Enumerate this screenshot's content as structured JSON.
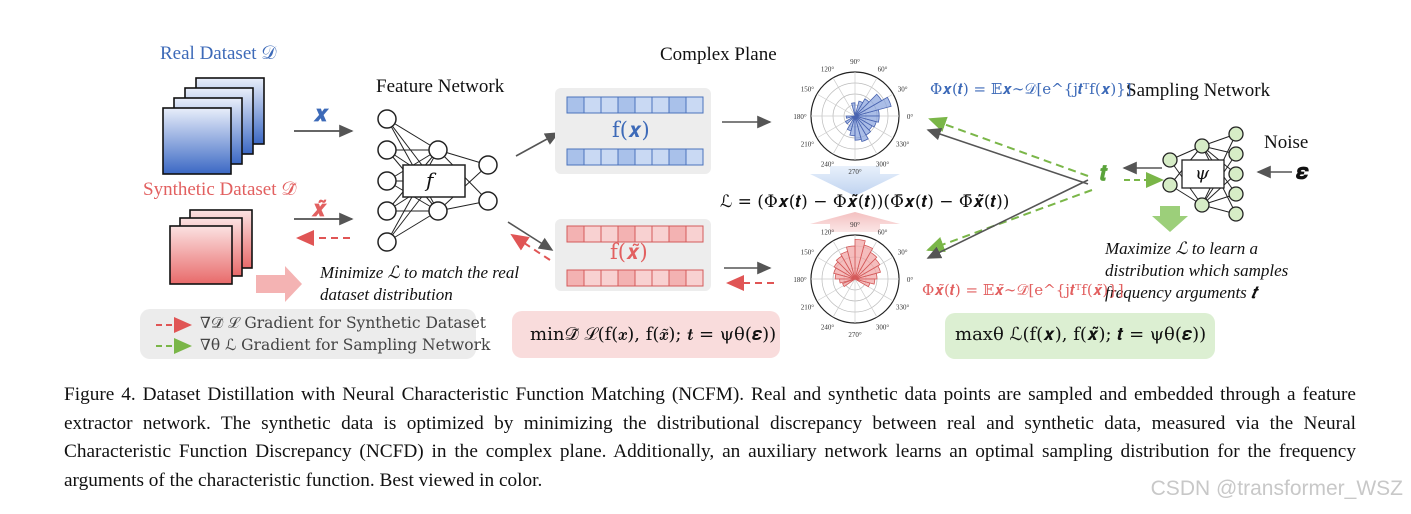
{
  "labels": {
    "real_dataset": "Real Dataset 𝒟",
    "synthetic_dataset": "Synthetic Dataset 𝒟̃",
    "feature_network": "Feature Network",
    "complex_plane": "Complex Plane",
    "sampling_network": "Sampling Network",
    "noise": "Noise",
    "x": "𝒙",
    "x_tilde": "𝒙̃",
    "f": "f",
    "psi": "ψ",
    "t": "𝒕",
    "epsilon": "𝜺",
    "fx": "f(𝒙)",
    "fx_tilde": "f(𝒙̃)"
  },
  "notes": {
    "minimize": "Minimize ℒ to match the real dataset distribution",
    "maximize": "Maximize ℒ to learn a distribution which samples frequency arguments 𝒕"
  },
  "formulas": {
    "phi_real": "Φ𝒙(𝒕) = 𝔼𝒙∼𝒟[e^{j𝒕ᵀf(𝒙)}]",
    "phi_syn": "Φ𝒙̃(𝒕) = 𝔼𝒙̃∼𝒟̃[e^{j𝒕ᵀf(𝒙̃)}]",
    "loss": "ℒ = (Φ𝒙(𝒕) − Φ𝒙̃(𝒕))(Φ̄𝒙(𝒕) − Φ̄𝒙̃(𝒕))",
    "min_objective": "min𝒟̃ ℒ(f(𝒙), f(𝒙̃); 𝒕 = ψθ(𝜺))",
    "max_objective": "maxθ ℒ(f(𝒙), f(𝒙̃); 𝒕 = ψθ(𝜺))"
  },
  "legend": {
    "red_label": "∇𝒟̃ ℒ Gradient for Synthetic Dataset",
    "green_label": "∇θ ℒ Gradient for Sampling Network"
  },
  "polar_ticks": {
    "angles": [
      "90°",
      "60°",
      "30°",
      "0°",
      "330°",
      "300°",
      "270°",
      "240°",
      "210°",
      "180°",
      "150°",
      "120°"
    ]
  },
  "caption": "Figure 4.  Dataset Distillation with Neural Characteristic Function Matching (NCFM). Real and synthetic data points are sampled and embedded through a feature extractor network. The synthetic data is optimized by minimizing the distributional discrepancy between real and synthetic data, measured via the Neural Characteristic Function Discrepancy (NCFD) in the complex plane. Additionally, an auxiliary network learns an optimal sampling distribution for the frequency arguments of the characteristic function. Best viewed in color.",
  "watermark": "CSDN @transformer_WSZ",
  "colors": {
    "real_blue": "#3d6ab8",
    "synthetic_red": "#e26060",
    "gradient_green": "#7ab648",
    "legend_bg": "#ececec",
    "min_box_bg": "#f9dcdc",
    "max_box_bg": "#dcefd2"
  }
}
